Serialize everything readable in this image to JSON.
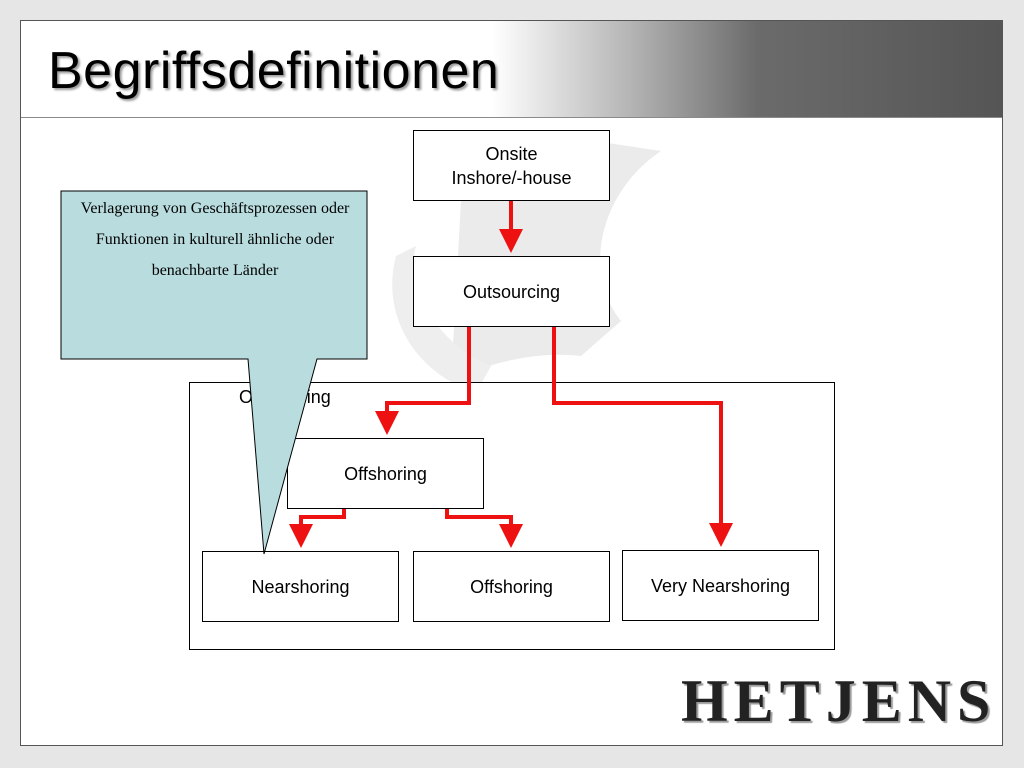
{
  "slide": {
    "title": "Begriffsdefinitionen"
  },
  "diagram": {
    "nodes": {
      "onsite": "Onsite",
      "inshore": "Inshore/-house",
      "outsourcing": "Outsourcing",
      "group_label": "Offsourcing",
      "offshoring_parent": "Offshoring",
      "nearshoring": "Nearshoring",
      "offshoring_child": "Offshoring",
      "very_nearshoring": "Very Nearshoring"
    }
  },
  "callout": {
    "text": "Verlagerung von Geschäftsprozessen oder Funktionen in kulturell ähnliche oder benachbarte Länder"
  },
  "logo": {
    "text": "HETJENS"
  },
  "colors": {
    "arrow": "#ee1111",
    "callout_fill": "#b9dddf",
    "box_border": "#000000"
  }
}
